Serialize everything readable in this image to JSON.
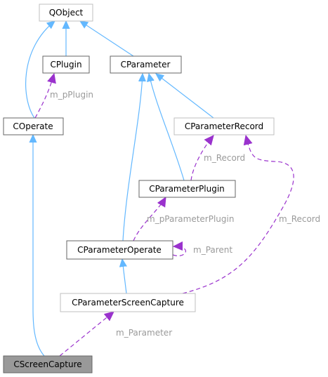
{
  "colors": {
    "inherit": "#63b8ff",
    "usage": "#9a32cd",
    "label": "#9a9a9a",
    "box_normal": "#666666",
    "box_external": "#bfbfbf",
    "box_current_fill": "#999999"
  },
  "nodes": {
    "qobject": "QObject",
    "cplugin": "CPlugin",
    "cparameter": "CParameter",
    "coperate": "COperate",
    "cparameter_record": "CParameterRecord",
    "cparameter_plugin": "CParameterPlugin",
    "cparameter_operate": "CParameterOperate",
    "cparameter_screen_capture": "CParameterScreenCapture",
    "cscreen_capture": "CScreenCapture"
  },
  "edge_labels": {
    "m_pplugin": "m_pPlugin",
    "m_record_1": "m_Record",
    "m_pparameter_plugin": "m_pParameterPlugin",
    "m_record_2": "m_Record",
    "m_parent": "m_Parent",
    "m_parameter": "m_Parameter"
  }
}
